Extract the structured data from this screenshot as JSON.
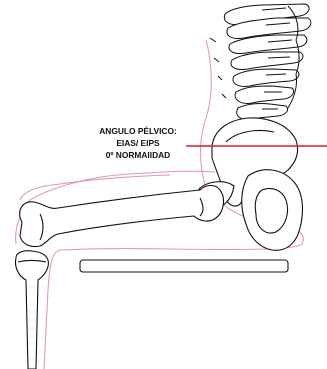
{
  "annotation": {
    "line1": "ANGULO PÉLVICO:",
    "line2": "EIAS/ EIPS",
    "line3": "0º NORMAIIDAD"
  },
  "colors": {
    "body_outline": "#e79aa6",
    "reference_line": "#d21f2c",
    "bone_stroke": "#111111",
    "bone_fill": "#ffffff"
  }
}
